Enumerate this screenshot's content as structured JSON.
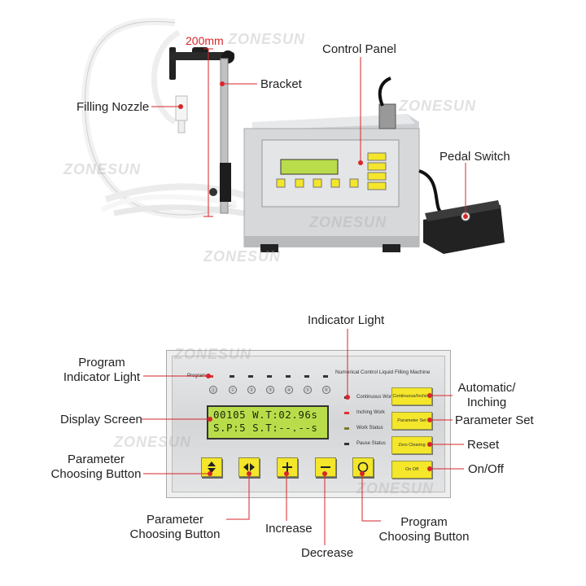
{
  "watermark": "ZONESUN",
  "top_labels": {
    "dimension": "200mm",
    "control_panel": "Control Panel",
    "bracket": "Bracket",
    "filling_nozzle": "Filling Nozzle",
    "pedal_switch": "Pedal Switch"
  },
  "bottom_labels": {
    "indicator_light": "Indicator Light",
    "program_indicator_light_1": "Program",
    "program_indicator_light_2": "Indicator Light",
    "display_screen": "Display Screen",
    "parameter_choosing_button_left_1": "Parameter",
    "parameter_choosing_button_left_2": "Choosing Button",
    "parameter_choosing_button_bottom_1": "Parameter",
    "parameter_choosing_button_bottom_2": "Choosing Button",
    "increase": "Increase",
    "decrease": "Decrease",
    "program_choosing_button_1": "Program",
    "program_choosing_button_2": "Choosing Button",
    "automatic_inching_1": "Automatic/",
    "automatic_inching_2": "Inching",
    "parameter_set": "Parameter Set",
    "reset": "Reset",
    "on_off": "On/Off"
  },
  "panel": {
    "program_label": "Program",
    "title": "Numerical Control Liquid Filling Machine",
    "program_numbers": [
      "⓪",
      "①",
      "②",
      "③",
      "④",
      "⑤",
      "⑥"
    ],
    "status": [
      "Continuous Work",
      "Inching Work",
      "Work Status",
      "Pause Status"
    ],
    "side_buttons": [
      "Continuous/Inching",
      "Parameter Set",
      "Zero Clearing",
      "On Off"
    ],
    "lcd_line1": "00105 W.T:02.96s",
    "lcd_line2": "S.P:5 S.T:--.--s"
  },
  "colors": {
    "button_yellow": "#f4e62a",
    "lcd_green": "#b9dd4a",
    "pointer_red": "#d6262a",
    "panel_silver": "#d9dadc"
  }
}
